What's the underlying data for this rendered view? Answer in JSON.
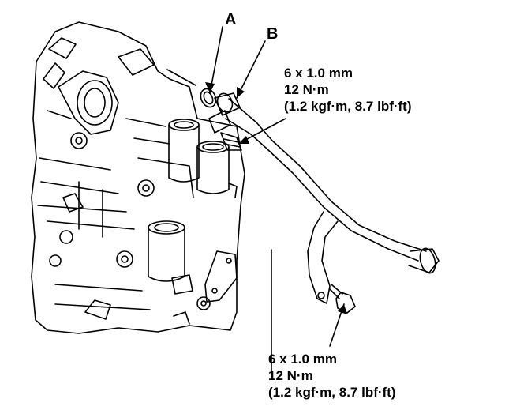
{
  "labels": {
    "a": "A",
    "b": "B"
  },
  "spec_top": {
    "line1": "6 x 1.0 mm",
    "line2": "12 N·m",
    "line3": "(1.2 kgf·m, 8.7 lbf·ft)"
  },
  "spec_bottom": {
    "line1": "6 x 1.0 mm",
    "line2": "12 N·m",
    "line3": "(1.2 kgf·m, 8.7 lbf·ft)"
  }
}
